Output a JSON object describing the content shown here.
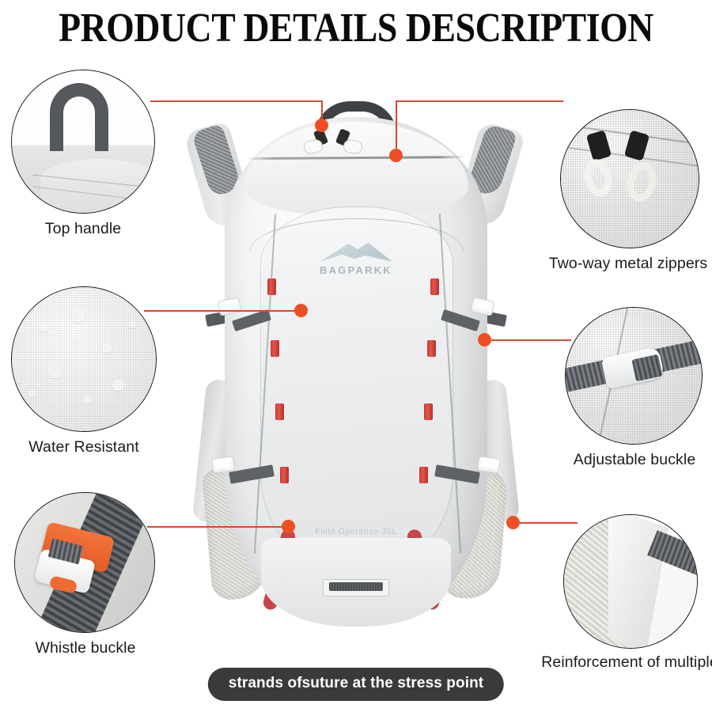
{
  "page": {
    "title": "PRODUCT DETAILS DESCRIPTION",
    "background_color": "#ffffff",
    "accent_color": "#ee4f22",
    "leader_line_color": "#d9492b"
  },
  "callouts": [
    {
      "id": "top-handle",
      "label": "Top handle",
      "side": "left",
      "icon": "backpack-top-handle-closeup",
      "anchor": "top of backpack near handle base"
    },
    {
      "id": "two-way-metal-zippers",
      "label": "Two-way metal zippers",
      "side": "right",
      "icon": "zipper-pulls-closeup",
      "anchor": "lid zipper on backpack"
    },
    {
      "id": "water-resistant",
      "label": "Water Resistant",
      "side": "left",
      "icon": "beaded-water-fabric-closeup",
      "anchor": "front panel fabric"
    },
    {
      "id": "adjustable-buckle",
      "label": "Adjustable buckle",
      "side": "right",
      "icon": "side-release-buckle-closeup",
      "anchor": "right compression strap buckle"
    },
    {
      "id": "whistle-buckle",
      "label": "Whistle buckle",
      "side": "left",
      "icon": "orange-whistle-buckle-closeup",
      "anchor": "lower left strap"
    },
    {
      "id": "reinforcement-of-multiple",
      "label": "Reinforcement of multiple",
      "side": "right",
      "icon": "layered-mesh-fabric-closeup",
      "anchor": "lower right mesh pocket"
    }
  ],
  "product": {
    "type": "hiking backpack",
    "color": "light gray / off white",
    "brand_logo": "BAGPARKK",
    "model_text": "Field Operation 35L",
    "accent_webbing_color": "#c8454a"
  },
  "bottom_badge": {
    "text": "strands ofsuture at the stress point",
    "background_color": "#3a3a3a",
    "text_color": "#ffffff"
  }
}
